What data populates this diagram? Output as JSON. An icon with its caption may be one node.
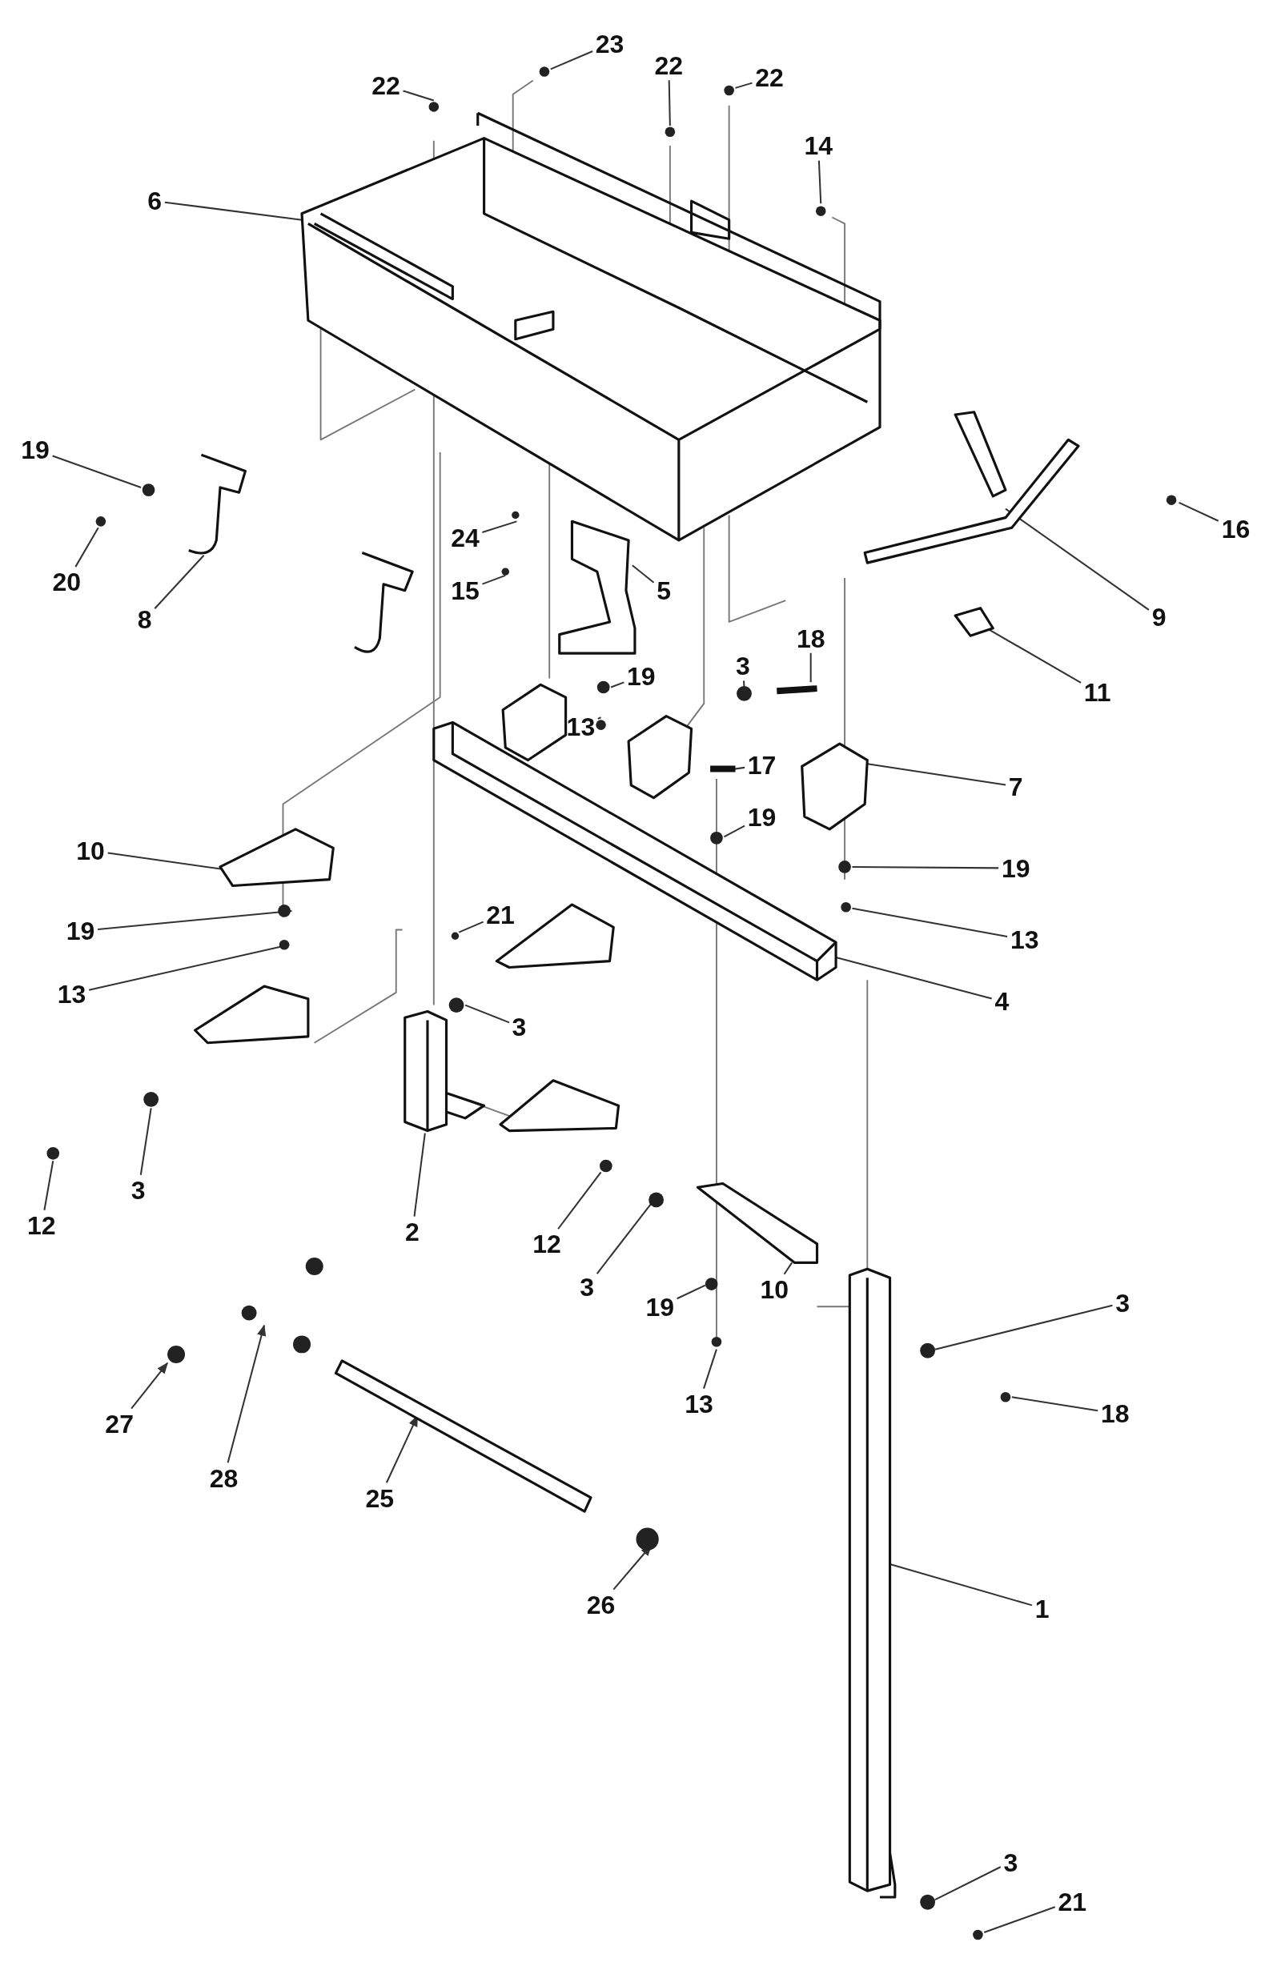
{
  "diagram": {
    "nodes": [
      {
        "text": [
          "23"
        ]
      },
      {
        "text": [
          "22"
        ]
      },
      {
        "text": [
          "22"
        ]
      },
      {
        "text": [
          "22"
        ]
      },
      {
        "text": [
          "14"
        ]
      },
      {
        "text": [
          "6"
        ]
      },
      {
        "text": [
          "19"
        ]
      },
      {
        "text": [
          "16"
        ]
      },
      {
        "text": [
          "24"
        ]
      },
      {
        "text": [
          "20"
        ]
      },
      {
        "text": [
          "15"
        ]
      },
      {
        "text": [
          "5"
        ]
      },
      {
        "text": [
          "8"
        ]
      },
      {
        "text": [
          "9"
        ]
      },
      {
        "text": [
          "18"
        ]
      },
      {
        "text": [
          "19"
        ]
      },
      {
        "text": [
          "3"
        ]
      },
      {
        "text": [
          "11"
        ]
      },
      {
        "text": [
          "13"
        ]
      },
      {
        "text": [
          "17"
        ]
      },
      {
        "text": [
          "7"
        ]
      },
      {
        "text": [
          "19"
        ]
      },
      {
        "text": [
          "10"
        ]
      },
      {
        "text": [
          "19"
        ]
      },
      {
        "text": [
          "21"
        ]
      },
      {
        "text": [
          "19"
        ]
      },
      {
        "text": [
          "13"
        ]
      },
      {
        "text": [
          "13"
        ]
      },
      {
        "text": [
          "4"
        ]
      },
      {
        "text": [
          "3"
        ]
      },
      {
        "text": [
          "12"
        ]
      },
      {
        "text": [
          "3"
        ]
      },
      {
        "text": [
          "2"
        ]
      },
      {
        "text": [
          "12"
        ]
      },
      {
        "text": [
          "3"
        ]
      },
      {
        "text": [
          "10"
        ]
      },
      {
        "text": [
          "3"
        ]
      },
      {
        "text": [
          "19"
        ]
      },
      {
        "text": [
          "27"
        ]
      },
      {
        "text": [
          "18"
        ]
      },
      {
        "text": [
          "13"
        ]
      },
      {
        "text": [
          "28"
        ]
      },
      {
        "text": [
          "25"
        ]
      },
      {
        "text": [
          "26"
        ]
      },
      {
        "text": [
          "1"
        ]
      },
      {
        "text": [
          "3"
        ]
      },
      {
        "text": [
          "21"
        ]
      }
    ],
    "edges": [
      {
        "from": 0,
        "to": null,
        "arrow": "none"
      },
      {
        "from": 1,
        "to": null,
        "arrow": "none"
      },
      {
        "from": 2,
        "to": null,
        "arrow": "none"
      },
      {
        "from": 3,
        "to": null,
        "arrow": "none"
      },
      {
        "from": 4,
        "to": null,
        "arrow": "none"
      },
      {
        "from": 5,
        "to": null,
        "arrow": "none"
      },
      {
        "from": 6,
        "to": null,
        "arrow": "none"
      },
      {
        "from": 7,
        "to": null,
        "arrow": "none"
      },
      {
        "from": 8,
        "to": null,
        "arrow": "none"
      },
      {
        "from": 9,
        "to": null,
        "arrow": "none"
      },
      {
        "from": 10,
        "to": null,
        "arrow": "none"
      },
      {
        "from": 11,
        "to": null,
        "arrow": "none"
      },
      {
        "from": 12,
        "to": null,
        "arrow": "none"
      },
      {
        "from": 13,
        "to": null,
        "arrow": "none"
      },
      {
        "from": 14,
        "to": null,
        "arrow": "none"
      },
      {
        "from": 15,
        "to": null,
        "arrow": "none"
      },
      {
        "from": 16,
        "to": null,
        "arrow": "none"
      },
      {
        "from": 17,
        "to": null,
        "arrow": "none"
      },
      {
        "from": 18,
        "to": null,
        "arrow": "none"
      },
      {
        "from": 19,
        "to": null,
        "arrow": "none"
      },
      {
        "from": 20,
        "to": null,
        "arrow": "none"
      },
      {
        "from": 21,
        "to": null,
        "arrow": "none"
      },
      {
        "from": 22,
        "to": null,
        "arrow": "none"
      },
      {
        "from": 23,
        "to": null,
        "arrow": "none"
      },
      {
        "from": 24,
        "to": null,
        "arrow": "none"
      },
      {
        "from": 25,
        "to": null,
        "arrow": "none"
      },
      {
        "from": 26,
        "to": null,
        "arrow": "none"
      },
      {
        "from": 27,
        "to": null,
        "arrow": "none"
      },
      {
        "from": 28,
        "to": null,
        "arrow": "none"
      },
      {
        "from": 29,
        "to": null,
        "arrow": "none"
      },
      {
        "from": 30,
        "to": null,
        "arrow": "none"
      },
      {
        "from": 31,
        "to": null,
        "arrow": "none"
      },
      {
        "from": 32,
        "to": null,
        "arrow": "none"
      },
      {
        "from": 33,
        "to": null,
        "arrow": "none"
      },
      {
        "from": 34,
        "to": null,
        "arrow": "none"
      },
      {
        "from": 35,
        "to": null,
        "arrow": "none"
      },
      {
        "from": 36,
        "to": null,
        "arrow": "none"
      },
      {
        "from": 37,
        "to": null,
        "arrow": "none"
      },
      {
        "from": 38,
        "to": null,
        "arrow": "to"
      },
      {
        "from": 39,
        "to": null,
        "arrow": "none"
      },
      {
        "from": 40,
        "to": null,
        "arrow": "none"
      },
      {
        "from": 41,
        "to": null,
        "arrow": "to"
      },
      {
        "from": 42,
        "to": null,
        "arrow": "to"
      },
      {
        "from": 43,
        "to": null,
        "arrow": "to"
      },
      {
        "from": 44,
        "to": null,
        "arrow": "none"
      },
      {
        "from": 45,
        "to": null,
        "arrow": "none"
      },
      {
        "from": 46,
        "to": null,
        "arrow": "none"
      }
    ]
  }
}
